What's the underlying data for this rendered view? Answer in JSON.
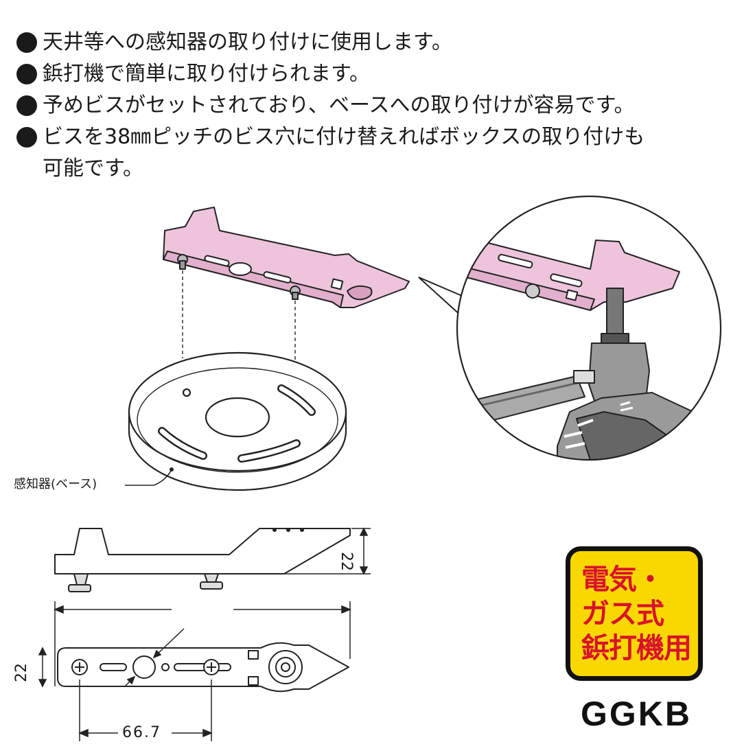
{
  "bullets": [
    "天井等への感知器の取り付けに使用します。",
    "鋲打機で簡単に取り付けられます。",
    "予めビスがセットされており、ベースへの取り付けが容易です。",
    "ビスを38㎜ピッチのビス穴に付け替えればボックスの取り付けも"
  ],
  "bullet_continuation": "可能です。",
  "diagram": {
    "base_caption": "感知器(ベース)",
    "side_height": "22",
    "front_height": "22",
    "pitch": "66.7"
  },
  "badge": {
    "lines": [
      "電気・",
      "ガス式",
      "鋲打機用"
    ],
    "colors": {
      "background": "#f9d800",
      "text": "#d9122b",
      "border": "#111111"
    }
  },
  "model": "GGKB",
  "colors": {
    "bracket_fill": "#eec4dc",
    "outline": "#222222"
  }
}
